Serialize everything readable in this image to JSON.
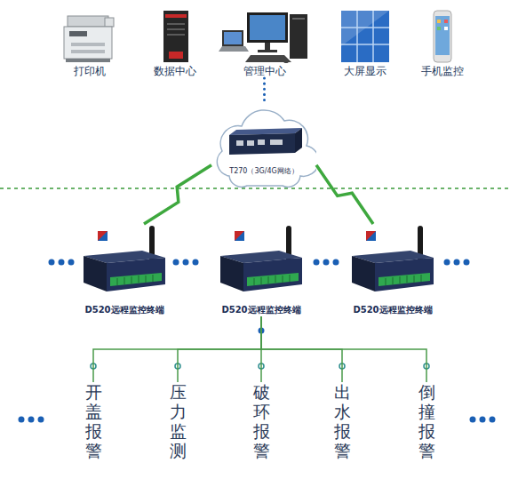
{
  "diagram": {
    "nodes": [
      {
        "text": [
          "打印机"
        ]
      },
      {
        "text": [
          "数据中心"
        ]
      },
      {
        "text": [
          "管理中心"
        ]
      },
      {
        "text": [
          "大屏显示"
        ]
      },
      {
        "text": [
          "手机监控"
        ]
      },
      {
        "text": [
          "T270（3G/4G网络）"
        ]
      },
      {
        "text": [
          "D520远程监控终端"
        ]
      },
      {
        "text": [
          "D520远程监控终端"
        ]
      },
      {
        "text": [
          "D520远程监控终端"
        ]
      },
      {
        "text": [
          "开盖报警"
        ]
      },
      {
        "text": [
          "压力监测"
        ]
      },
      {
        "text": [
          "破环报警"
        ]
      },
      {
        "text": [
          "出水报警"
        ]
      },
      {
        "text": [
          "倒撞报警"
        ]
      }
    ],
    "edges": [
      {
        "from": 2,
        "to": 5,
        "arrow": "none"
      },
      {
        "from": 5,
        "to": 6,
        "arrow": "none"
      },
      {
        "from": 5,
        "to": 8,
        "arrow": "none"
      },
      {
        "from": 7,
        "to": 9,
        "arrow": "none"
      },
      {
        "from": 7,
        "to": 10,
        "arrow": "none"
      },
      {
        "from": 7,
        "to": 11,
        "arrow": "none"
      },
      {
        "from": 7,
        "to": 12,
        "arrow": "none"
      },
      {
        "from": 7,
        "to": 13,
        "arrow": "none"
      }
    ]
  }
}
